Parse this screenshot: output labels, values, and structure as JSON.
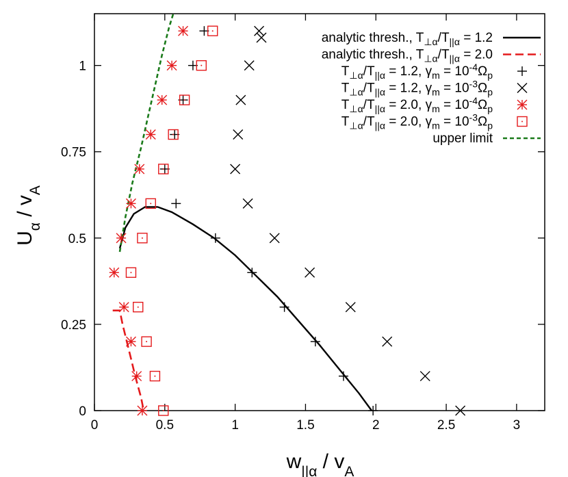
{
  "chart_data": {
    "type": "scatter",
    "xlabel": "w||α / vA",
    "ylabel": "Uα / vA",
    "xlim": [
      0,
      3.2
    ],
    "ylim": [
      0,
      1.15
    ],
    "xticks": [
      0,
      0.5,
      1,
      1.5,
      2,
      2.5,
      3
    ],
    "xtick_labels": [
      "0",
      "0.5",
      "1",
      "1.5",
      "2",
      "2.5",
      "3"
    ],
    "yticks": [
      0,
      0.25,
      0.5,
      0.75,
      1
    ],
    "ytick_labels": [
      "0",
      "0.25",
      "0.5",
      "0.75",
      "1"
    ],
    "grid": false,
    "legend_position": "top-right",
    "legend": [
      {
        "id": "cross_1e3_a",
        "name": "analytic thresh., T⊥α/T||α = 1.2",
        "kind": "x-marker",
        "sample_kind": "solid-line",
        "color": "#000000"
      },
      {
        "id": "analytic_20",
        "name": "analytic thresh., T⊥α/T||α = 2.0",
        "kind": "dashed-line",
        "color": "#e41a1c"
      },
      {
        "id": "plus_12_1e4",
        "name": "T⊥α/T||α = 1.2, γm = 10-4Ωp",
        "kind": "plus",
        "color": "#000000"
      },
      {
        "id": "cross_12_1e3",
        "name": "T⊥α/T||α = 1.2, γm = 10-3Ωp",
        "kind": "x-marker",
        "color": "#000000"
      },
      {
        "id": "star_20_1e4",
        "name": "T⊥α/T||α = 2.0, γm = 10-4Ωp",
        "kind": "star",
        "color": "#e41a1c"
      },
      {
        "id": "box_20_1e3",
        "name": "T⊥α/T||α = 2.0, γm = 10-3Ωp",
        "kind": "box",
        "color": "#e41a1c"
      },
      {
        "id": "upper",
        "name": "upper limit",
        "kind": "dotted-line",
        "color": "#1a7a1a"
      }
    ],
    "series": [
      {
        "id": "analytic_12",
        "kind": "solid-line",
        "color": "#000000",
        "points": [
          [
            0.18,
            0.47
          ],
          [
            0.22,
            0.53
          ],
          [
            0.28,
            0.57
          ],
          [
            0.36,
            0.59
          ],
          [
            0.45,
            0.59
          ],
          [
            0.55,
            0.575
          ],
          [
            0.7,
            0.54
          ],
          [
            0.85,
            0.5
          ],
          [
            1.0,
            0.45
          ],
          [
            1.15,
            0.39
          ],
          [
            1.3,
            0.33
          ],
          [
            1.45,
            0.26
          ],
          [
            1.6,
            0.19
          ],
          [
            1.75,
            0.115
          ],
          [
            1.88,
            0.05
          ],
          [
            1.97,
            0.0
          ]
        ]
      },
      {
        "id": "analytic_20",
        "kind": "dashed-line",
        "color": "#e41a1c",
        "points": [
          [
            0.13,
            0.29
          ],
          [
            0.18,
            0.29
          ],
          [
            0.2,
            0.25
          ],
          [
            0.23,
            0.2
          ],
          [
            0.26,
            0.15
          ],
          [
            0.29,
            0.1
          ],
          [
            0.31,
            0.07
          ],
          [
            0.33,
            0.04
          ],
          [
            0.35,
            0.0
          ]
        ]
      },
      {
        "id": "upper",
        "kind": "dotted-line",
        "color": "#1a7a1a",
        "points": [
          [
            0.18,
            0.46
          ],
          [
            0.22,
            0.56
          ],
          [
            0.27,
            0.66
          ],
          [
            0.33,
            0.76
          ],
          [
            0.38,
            0.85
          ],
          [
            0.43,
            0.94
          ],
          [
            0.48,
            1.03
          ],
          [
            0.53,
            1.11
          ],
          [
            0.56,
            1.15
          ]
        ]
      },
      {
        "id": "plus_12_1e4",
        "kind": "plus",
        "color": "#000000",
        "points": [
          [
            1.98,
            0.0
          ],
          [
            1.77,
            0.1
          ],
          [
            1.57,
            0.2
          ],
          [
            1.35,
            0.3
          ],
          [
            1.12,
            0.4
          ],
          [
            0.86,
            0.5
          ],
          [
            0.58,
            0.6
          ],
          [
            0.5,
            0.7
          ],
          [
            0.57,
            0.8
          ],
          [
            0.63,
            0.9
          ],
          [
            0.7,
            1.0
          ],
          [
            0.78,
            1.1
          ]
        ]
      },
      {
        "id": "cross_12_1e3",
        "kind": "x-marker",
        "color": "#000000",
        "points": [
          [
            2.6,
            0.0
          ],
          [
            2.35,
            0.1
          ],
          [
            2.08,
            0.2
          ],
          [
            1.82,
            0.3
          ],
          [
            1.53,
            0.4
          ],
          [
            1.28,
            0.5
          ],
          [
            1.09,
            0.6
          ],
          [
            1.0,
            0.7
          ],
          [
            1.02,
            0.8
          ],
          [
            1.04,
            0.9
          ],
          [
            1.1,
            1.0
          ],
          [
            1.17,
            1.1
          ]
        ]
      },
      {
        "id": "star_20_1e4",
        "kind": "star",
        "color": "#e41a1c",
        "points": [
          [
            0.34,
            0.0
          ],
          [
            0.3,
            0.1
          ],
          [
            0.26,
            0.2
          ],
          [
            0.21,
            0.3
          ],
          [
            0.14,
            0.4
          ],
          [
            0.19,
            0.5
          ],
          [
            0.26,
            0.6
          ],
          [
            0.32,
            0.7
          ],
          [
            0.4,
            0.8
          ],
          [
            0.48,
            0.9
          ],
          [
            0.55,
            1.0
          ],
          [
            0.63,
            1.1
          ]
        ]
      },
      {
        "id": "box_20_1e3",
        "kind": "box",
        "color": "#e41a1c",
        "points": [
          [
            0.49,
            0.0
          ],
          [
            0.43,
            0.1
          ],
          [
            0.37,
            0.2
          ],
          [
            0.31,
            0.3
          ],
          [
            0.26,
            0.4
          ],
          [
            0.34,
            0.5
          ],
          [
            0.4,
            0.6
          ],
          [
            0.49,
            0.7
          ],
          [
            0.56,
            0.8
          ],
          [
            0.64,
            0.9
          ],
          [
            0.76,
            1.0
          ],
          [
            0.84,
            1.1
          ]
        ]
      }
    ]
  }
}
